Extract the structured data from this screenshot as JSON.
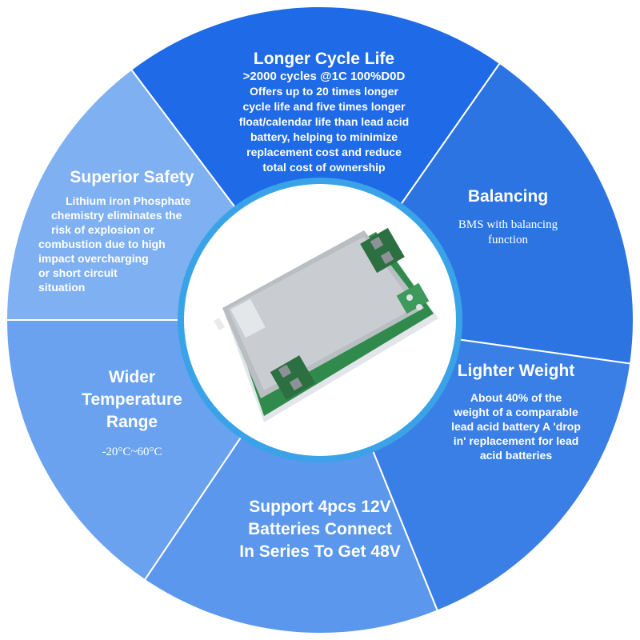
{
  "colors": {
    "seg_top": "#1f6ae6",
    "seg_top_right": "#2d74e3",
    "seg_right": "#3a7fe6",
    "seg_bottom": "#5b97ec",
    "seg_left": "#6aa2ef",
    "seg_top_left": "#7fb0f1",
    "divider": "#ffffff",
    "ring": "#3aa3e8",
    "center": "#ffffff"
  },
  "segments": {
    "top": {
      "title": "Longer Cycle Life",
      "subtitle": ">2000 cycles @1C 100%D0D",
      "lines": [
        "Offers up to 20 times longer",
        "cycle life and five times longer",
        "float/calendar life than lead acid",
        "battery, helping to minimize",
        "replacement cost and reduce",
        "total cost of ownership"
      ]
    },
    "top_right": {
      "title": "Balancing",
      "lines": [
        "BMS with balancing",
        "function"
      ]
    },
    "right": {
      "title": "Lighter Weight",
      "lines": [
        "About 40% of the",
        "weight of a comparable",
        "lead acid battery A 'drop",
        "in' replacement for lead",
        "acid batteries"
      ]
    },
    "bottom": {
      "title_lines": [
        "Support 4pcs 12V",
        "Batteries Connect",
        "In Series To Get 48V"
      ]
    },
    "left": {
      "title_lines": [
        "Wider",
        "Temperature",
        "Range"
      ],
      "lines": [
        "-20°C~60°C"
      ]
    },
    "top_left": {
      "title": "Superior Safety",
      "lines": [
        "Lithium iron Phosphate",
        "chemistry eliminates the",
        "risk of explosion or",
        "combustion due to high",
        "impact overcharging",
        "or short circuit",
        "situation"
      ]
    }
  },
  "center": {
    "image": "bms-circuit-board"
  }
}
